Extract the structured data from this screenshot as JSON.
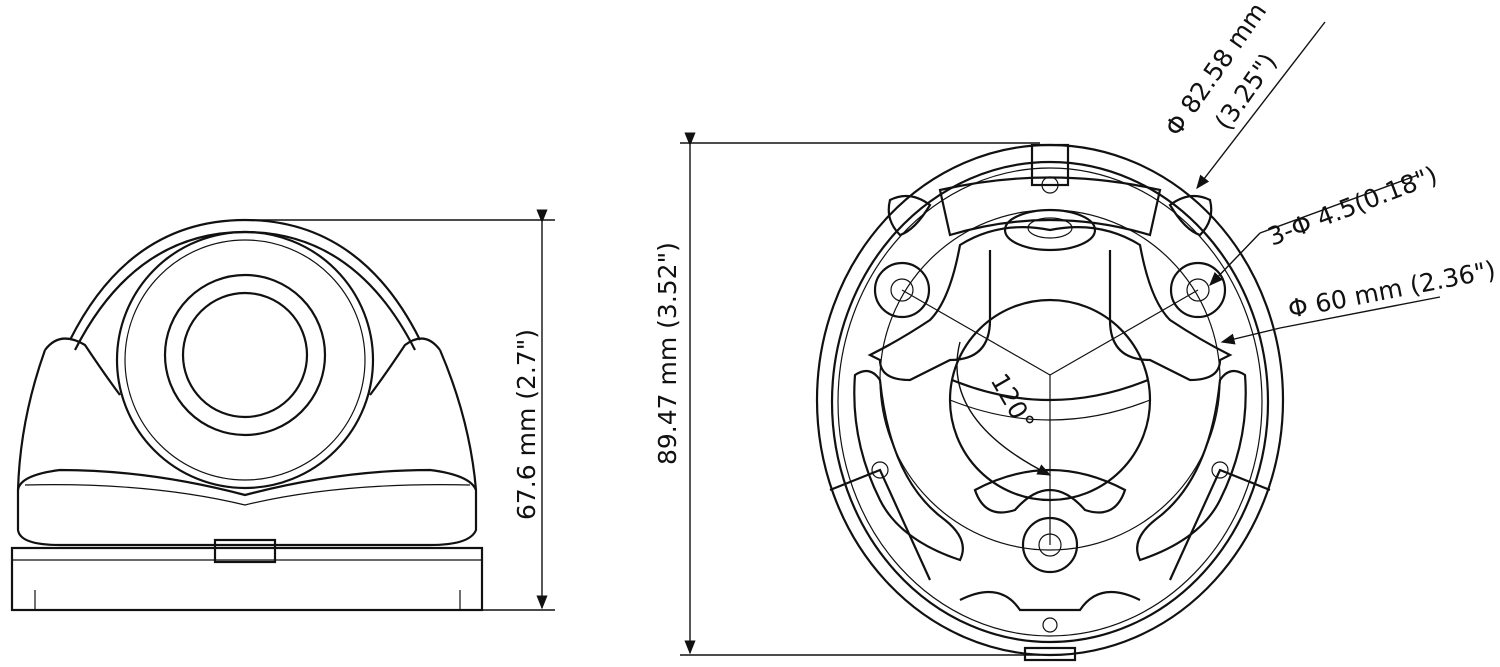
{
  "front_view": {
    "height_label": "67.6 mm (2.7\")"
  },
  "bottom_view": {
    "height_label": "89.47 mm (3.52\")",
    "outer_diameter_label": "Φ 82.58 mm",
    "outer_diameter_inch": "(3.25\")",
    "holes_label": "3-Φ 4.5(0.18\")",
    "hole_circle_label": "Φ 60 mm (2.36\")",
    "angle_label": "120°"
  }
}
